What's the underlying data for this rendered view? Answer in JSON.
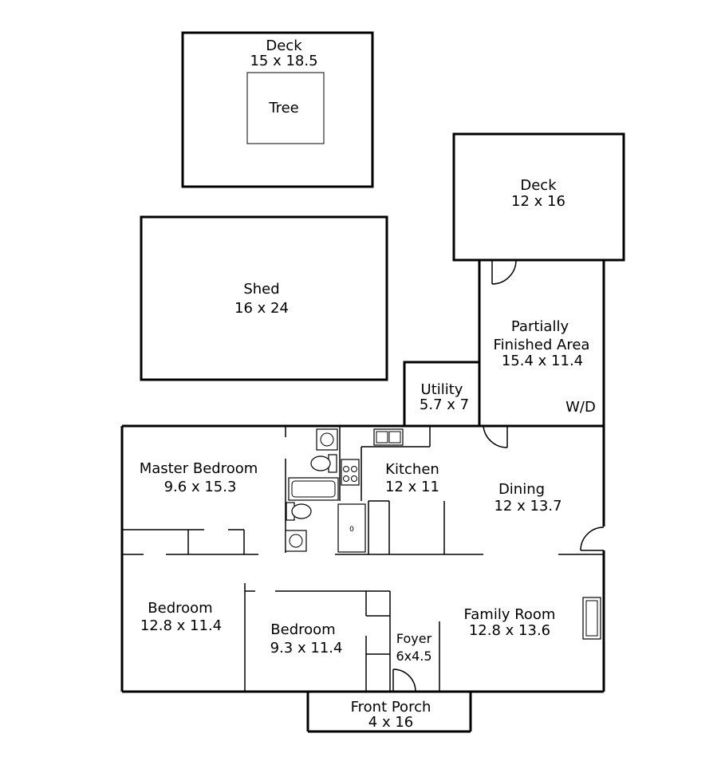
{
  "rooms": {
    "deck_top": {
      "name": "Deck",
      "size": "15 x 18.5"
    },
    "tree": {
      "name": "Tree"
    },
    "deck_right": {
      "name": "Deck",
      "size": "12 x 16"
    },
    "shed": {
      "name": "Shed",
      "size": "16 x 24"
    },
    "partial_area": {
      "name_line1": "Partially",
      "name_line2": "Finished Area",
      "size": "15.4 x 11.4",
      "note": "W/D"
    },
    "utility": {
      "name": "Utility",
      "size": "5.7 x 7"
    },
    "master_bedroom": {
      "name": "Master Bedroom",
      "size": "9.6 x 15.3"
    },
    "kitchen": {
      "name": "Kitchen",
      "size": "12 x 11"
    },
    "dining": {
      "name": "Dining",
      "size": "12 x 13.7"
    },
    "bedroom_left": {
      "name": "Bedroom",
      "size": "12.8 x 11.4"
    },
    "bedroom_mid": {
      "name": "Bedroom",
      "size": "9.3 x 11.4"
    },
    "foyer": {
      "name": "Foyer",
      "size": "6x4.5"
    },
    "family_room": {
      "name": "Family Room",
      "size": "12.8 x 13.6"
    },
    "front_porch": {
      "name": "Front Porch",
      "size": "4 x 16"
    }
  },
  "fixtures": {
    "fridge_mark": "0"
  }
}
